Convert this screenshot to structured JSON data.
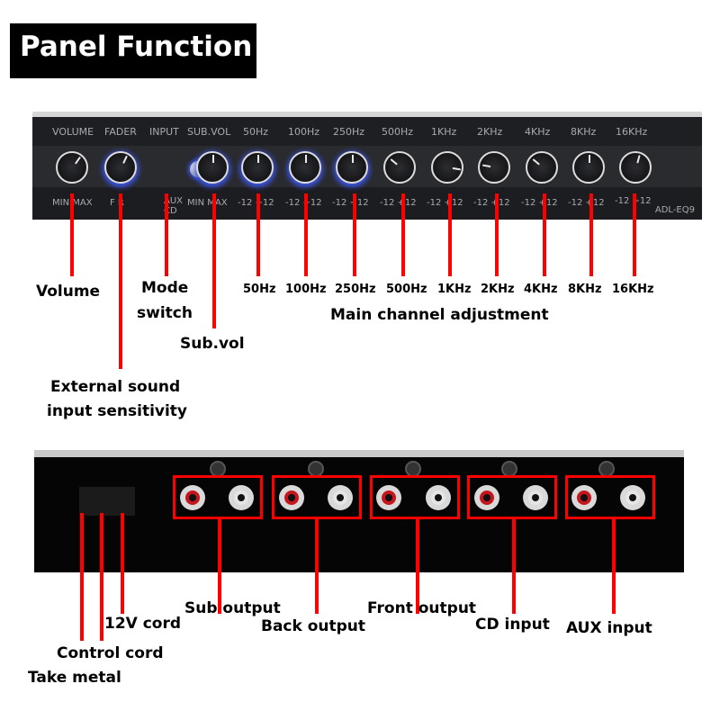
{
  "title": "Panel Function",
  "front_panel": {
    "top_labels": [
      "VOLUME",
      "FADER",
      "INPUT",
      "SUB.VOL",
      "50Hz",
      "100Hz",
      "250Hz",
      "500Hz",
      "1KHz",
      "2KHz",
      "4KHz",
      "8KHz",
      "16KHz"
    ],
    "bottom_labels": {
      "volume": "MIN   MAX",
      "fader": "F   R",
      "input_aux": "AUX",
      "input_cd": "CD",
      "subvol": "MIN      MAX",
      "eq": "-12  +12"
    },
    "model": "ADL-EQ9"
  },
  "front_annotations": {
    "volume": "Volume",
    "mode_switch_line1": "Mode",
    "mode_switch_line2": "switch",
    "subvol": "Sub.vol",
    "external_line1": "External sound",
    "external_line2": "input sensitivity",
    "eq_bands": [
      "50Hz",
      "100Hz",
      "250Hz",
      "500Hz",
      "1KHz",
      "2KHz",
      "4KHz",
      "8KHz",
      "16KHz"
    ],
    "main_channel": "Main channel adjustment"
  },
  "rear_annotations": {
    "sub_output": "Sub output",
    "back_output": "Back output",
    "front_output": "Front output",
    "cd_input": "CD input",
    "aux_input": "AUX input",
    "twelve_v": "12V cord",
    "control_cord": "Control cord",
    "take_metal": "Take metal"
  },
  "colors": {
    "accent": "#ff0000",
    "jack_red": "#c4161c",
    "jack_white": "#e5e5e5"
  }
}
